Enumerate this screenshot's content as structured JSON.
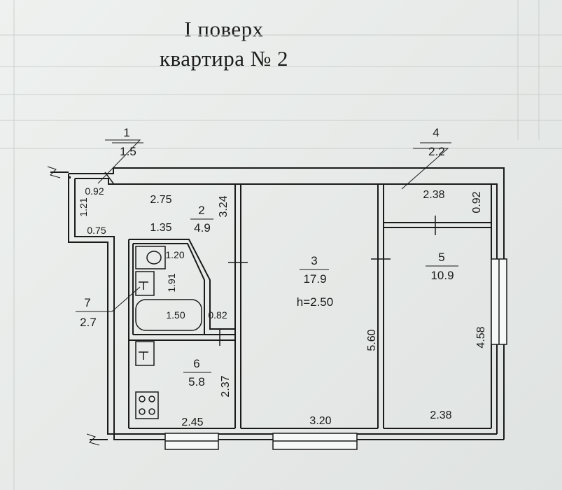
{
  "header": {
    "floor": "I поверх",
    "apartment": "квартира № 2"
  },
  "rooms": [
    {
      "number": "1",
      "area": "1.5"
    },
    {
      "number": "2",
      "area": "4.9"
    },
    {
      "number": "3",
      "area": "17.9"
    },
    {
      "number": "4",
      "area": "2.2"
    },
    {
      "number": "5",
      "area": "10.9"
    },
    {
      "number": "6",
      "area": "5.8"
    },
    {
      "number": "7",
      "area": "2.7"
    }
  ],
  "ceiling_height": "h=2.50",
  "dimensions": {
    "d_0_92_top": "0.92",
    "d_1_21": "1.21",
    "d_0_75": "0.75",
    "d_2_75": "2.75",
    "d_1_35": "1.35",
    "d_3_24": "3.24",
    "d_1_20": "1.20",
    "d_1_91": "1.91",
    "d_1_50": "1.50",
    "d_0_82": "0.82",
    "d_2_37": "2.37",
    "d_2_45": "2.45",
    "d_3_20": "3.20",
    "d_5_60": "5.60",
    "d_2_38_top": "2.38",
    "d_0_92_right": "0.92",
    "d_4_58": "4.58",
    "d_2_38_bottom": "2.38"
  }
}
